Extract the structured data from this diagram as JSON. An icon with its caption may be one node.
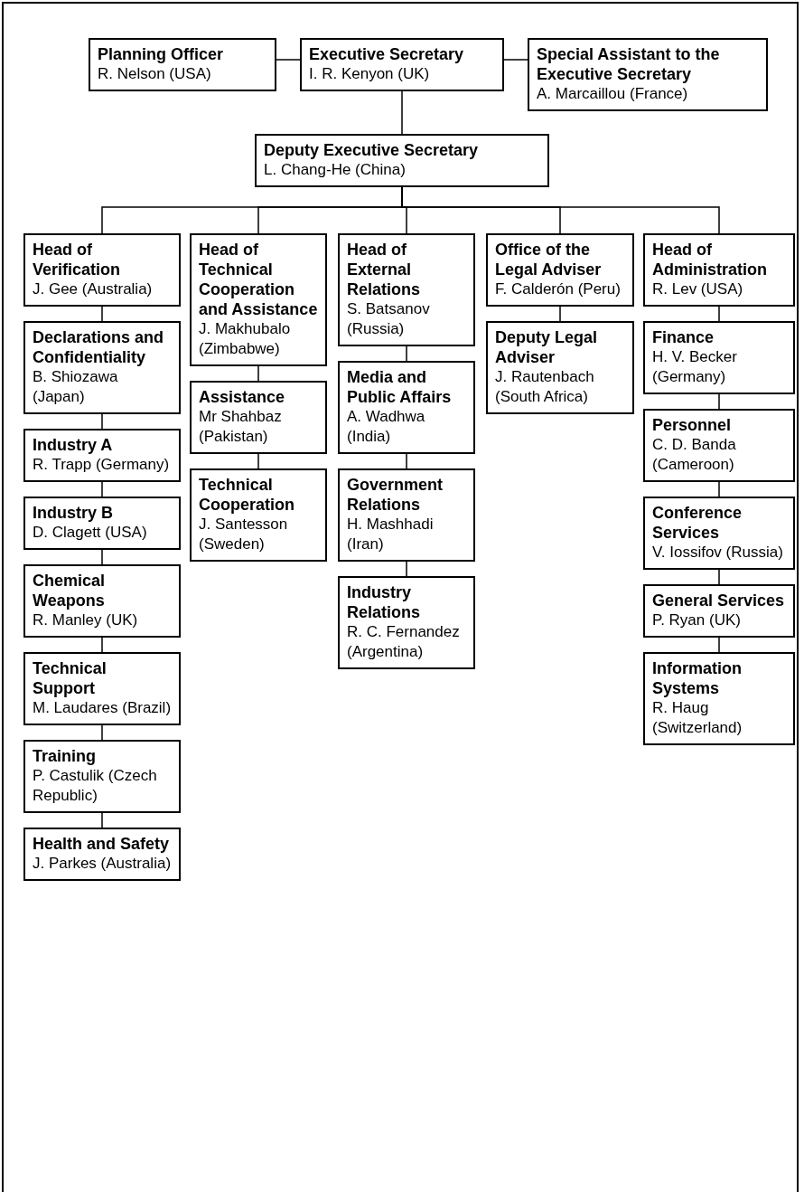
{
  "diagram": {
    "nodes": [
      {
        "text": [
          "Planning Officer",
          "R. Nelson (USA)"
        ]
      },
      {
        "text": [
          "Executive Secretary",
          "I. R. Kenyon (UK)"
        ]
      },
      {
        "text": [
          "Special Assistant to the Executive Secretary",
          "A. Marcaillou (France)"
        ]
      },
      {
        "text": [
          "Deputy Executive Secretary",
          "L. Chang-He (China)"
        ]
      },
      {
        "text": [
          "Head of Verification",
          "J. Gee (Australia)"
        ]
      },
      {
        "text": [
          "Declarations and Confidentiality",
          "B. Shiozawa (Japan)"
        ]
      },
      {
        "text": [
          "Industry A",
          "R. Trapp (Germany)"
        ]
      },
      {
        "text": [
          "Industry B",
          "D. Clagett (USA)"
        ]
      },
      {
        "text": [
          "Chemical Weapons",
          "R. Manley (UK)"
        ]
      },
      {
        "text": [
          "Technical Support",
          "M. Laudares (Brazil)"
        ]
      },
      {
        "text": [
          "Training",
          "P. Castulik (Czech Republic)"
        ]
      },
      {
        "text": [
          "Health and Safety",
          "J. Parkes (Australia)"
        ]
      },
      {
        "text": [
          "Head of Technical Cooperation and Assistance",
          "J. Makhubalo (Zimbabwe)"
        ]
      },
      {
        "text": [
          "Assistance",
          "Mr Shahbaz (Pakistan)"
        ]
      },
      {
        "text": [
          "Technical Cooperation",
          "J. Santesson (Sweden)"
        ]
      },
      {
        "text": [
          "Head of External Relations",
          "S. Batsanov (Russia)"
        ]
      },
      {
        "text": [
          "Media and Public Affairs",
          "A. Wadhwa (India)"
        ]
      },
      {
        "text": [
          "Government Relations",
          "H. Mashhadi (Iran)"
        ]
      },
      {
        "text": [
          "Industry Relations",
          "R. C. Fernandez (Argentina)"
        ]
      },
      {
        "text": [
          "Office of the Legal Adviser",
          "F. Calderón (Peru)"
        ]
      },
      {
        "text": [
          "Deputy Legal Adviser",
          "J. Rautenbach (South Africa)"
        ]
      },
      {
        "text": [
          "Head of Administration",
          "R. Lev (USA)"
        ]
      },
      {
        "text": [
          "Finance",
          "H. V. Becker (Germany)"
        ]
      },
      {
        "text": [
          "Personnel",
          "C. D. Banda (Cameroon)"
        ]
      },
      {
        "text": [
          "Conference Services",
          "V. Iossifov (Russia)"
        ]
      },
      {
        "text": [
          "General Services",
          "P. Ryan (UK)"
        ]
      },
      {
        "text": [
          "Information Systems",
          "R. Haug (Switzerland)"
        ]
      }
    ],
    "edges": [
      {
        "from": 0,
        "to": 1,
        "arrow": "none"
      },
      {
        "from": 1,
        "to": 2,
        "arrow": "none"
      },
      {
        "from": 1,
        "to": 3,
        "arrow": "none"
      },
      {
        "from": 3,
        "to": 4,
        "arrow": "none"
      },
      {
        "from": 3,
        "to": 12,
        "arrow": "none"
      },
      {
        "from": 3,
        "to": 15,
        "arrow": "none"
      },
      {
        "from": 3,
        "to": 19,
        "arrow": "none"
      },
      {
        "from": 3,
        "to": 21,
        "arrow": "none"
      },
      {
        "from": 4,
        "to": 5,
        "arrow": "none"
      },
      {
        "from": 5,
        "to": 6,
        "arrow": "none"
      },
      {
        "from": 6,
        "to": 7,
        "arrow": "none"
      },
      {
        "from": 7,
        "to": 8,
        "arrow": "none"
      },
      {
        "from": 8,
        "to": 9,
        "arrow": "none"
      },
      {
        "from": 9,
        "to": 10,
        "arrow": "none"
      },
      {
        "from": 10,
        "to": 11,
        "arrow": "none"
      },
      {
        "from": 12,
        "to": 13,
        "arrow": "none"
      },
      {
        "from": 13,
        "to": 14,
        "arrow": "none"
      },
      {
        "from": 15,
        "to": 16,
        "arrow": "none"
      },
      {
        "from": 16,
        "to": 17,
        "arrow": "none"
      },
      {
        "from": 17,
        "to": 18,
        "arrow": "none"
      },
      {
        "from": 19,
        "to": 20,
        "arrow": "none"
      },
      {
        "from": 21,
        "to": 22,
        "arrow": "none"
      },
      {
        "from": 22,
        "to": 23,
        "arrow": "none"
      },
      {
        "from": 23,
        "to": 24,
        "arrow": "none"
      },
      {
        "from": 24,
        "to": 25,
        "arrow": "none"
      },
      {
        "from": 25,
        "to": 26,
        "arrow": "none"
      }
    ]
  }
}
